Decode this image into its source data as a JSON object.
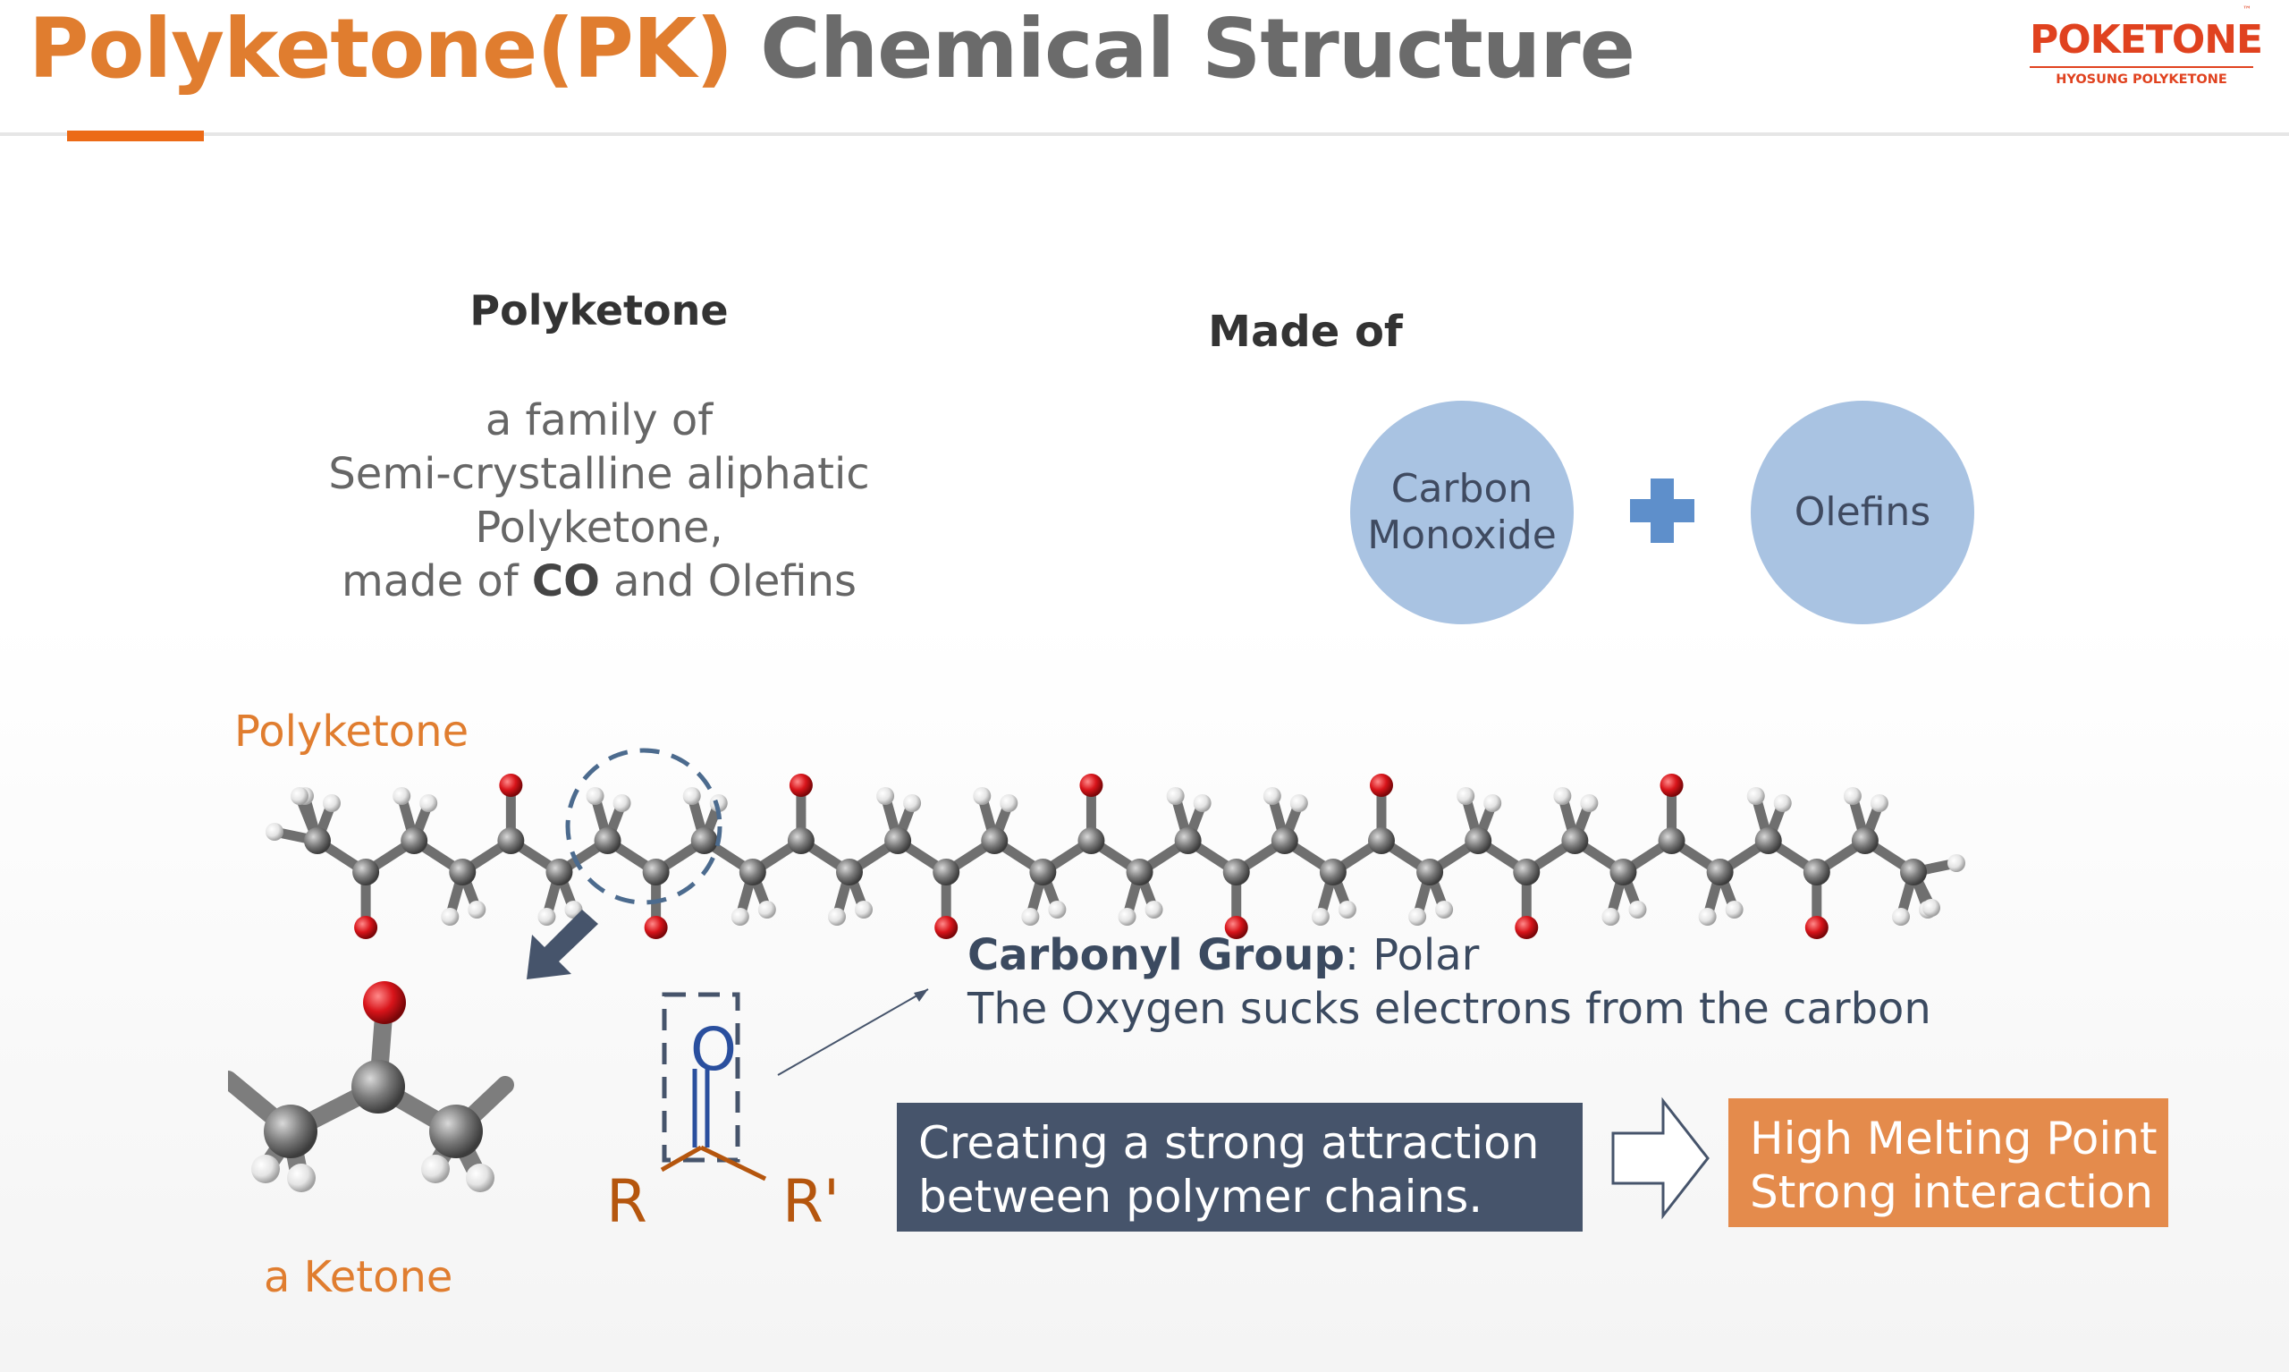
{
  "header": {
    "title_part1": "Polyketone(PK)",
    "title_part2": "Chemical Structure",
    "logo_brand": "POKETONE",
    "logo_subtitle": "HYOSUNG POLYKETONE",
    "trademark": "™"
  },
  "definition": {
    "heading": "Polyketone",
    "line1": "a family of",
    "line2": "Semi-crystalline aliphatic",
    "line3": "Polyketone,",
    "line4_pre": "made of ",
    "line4_bold": "CO",
    "line4_post": " and Olefins"
  },
  "composition": {
    "heading": "Made of",
    "item1_line1": "Carbon",
    "item1_line2": "Monoxide",
    "item2": "Olefins"
  },
  "molecule": {
    "chain_label": "Polyketone",
    "ketone_label": "a Ketone"
  },
  "formula": {
    "oxygen": "O",
    "r_left": "R",
    "r_right": "R'"
  },
  "carbonyl": {
    "label_bold": "Carbonyl Group",
    "label_rest": ": Polar",
    "line2": "The Oxygen sucks electrons from the carbon"
  },
  "effect": {
    "line1": "Creating a strong attraction",
    "line2": "between polymer chains."
  },
  "result": {
    "line1": "High Melting Point",
    "line2": "Strong interaction"
  },
  "colors": {
    "accent_orange": "#e07d2f",
    "title_gray": "#6b6b6b",
    "box_dark": "#46546b",
    "box_orange": "#e48b4c",
    "circle_blue": "#a9c3e2",
    "oxygen_red": "#d40d12",
    "carbon_gray": "#7a7a7a",
    "formula_blue": "#2a4f9e",
    "formula_brown": "#b5560e"
  }
}
